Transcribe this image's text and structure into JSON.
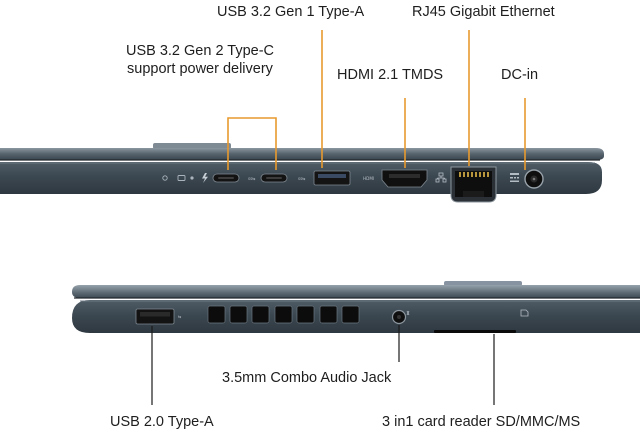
{
  "labels": {
    "usb32_gen1_typea": "USB 3.2 Gen 1 Type-A",
    "rj45": "RJ45 Gigabit Ethernet",
    "usb32_gen2_typec_line1": "USB 3.2 Gen 2 Type-C",
    "usb32_gen2_typec_line2": "support power delivery",
    "hdmi": "HDMI 2.1 TMDS",
    "dcin": "DC-in",
    "audio_jack": "3.5mm Combo Audio Jack",
    "usb20_typea": "USB 2.0 Type-A",
    "card_reader": "3 in1 card reader SD/MMC/MS"
  },
  "port_markings": {
    "hdmi_mark": "HDMI"
  },
  "colors": {
    "callout_line": "#e89a2e",
    "chassis_body": "#3b4750",
    "chassis_edge": "#6c7983",
    "port_black": "#151515",
    "label_text": "#1e1e1e"
  }
}
